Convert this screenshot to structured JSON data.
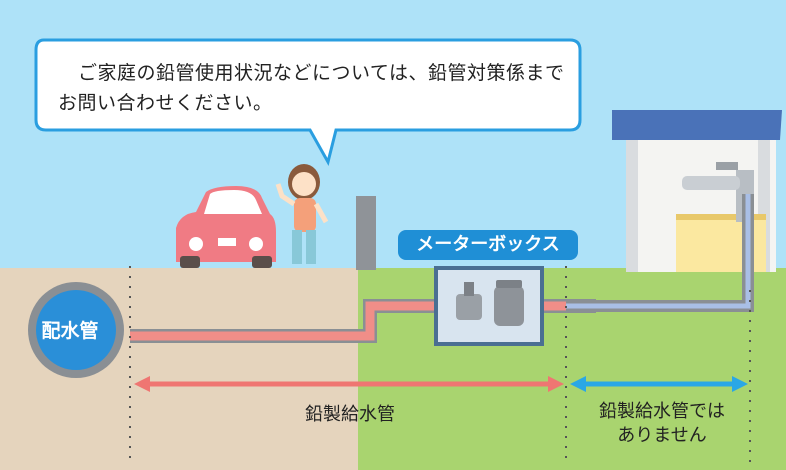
{
  "bubble": {
    "text": "ご家庭の鉛管使用状況などについては、鉛管対策係までお問い合わせください。"
  },
  "meter_box": {
    "label": "メーターボックス"
  },
  "main_pipe": {
    "label": "配水管"
  },
  "lead_pipe": {
    "label": "鉛製給水管"
  },
  "not_lead_pipe": {
    "line1": "鉛製給水管では",
    "line2": "ありません"
  },
  "colors": {
    "sky": "#aee2f8",
    "soil_left": "#e5d4bd",
    "soil_right": "#a9d46f",
    "lead_pipe": "#f08e88",
    "grey_pipe": "#8a8f94",
    "blue_arrow": "#2aa7e6",
    "red_arrow": "#ef7672",
    "label_blue": "#1f8fd6"
  }
}
